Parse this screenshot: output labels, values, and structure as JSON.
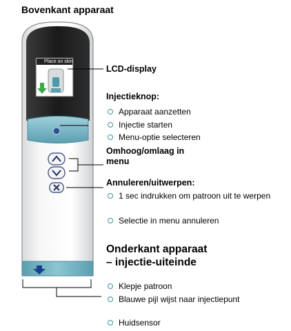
{
  "top_title": "Bovenkant apparaat",
  "device": {
    "screen_text": "Place on skin",
    "up_button_glyph": "∧",
    "down_button_glyph": "∨",
    "cancel_button_glyph": "✕",
    "arrow_icon": "down-arrow-icon"
  },
  "labels": {
    "lcd": "LCD-display",
    "injection_button": {
      "heading": "Injectieknop:",
      "items": [
        "Apparaat aanzetten",
        "Injectie starten",
        "Menu-optie selecteren"
      ]
    },
    "updown": {
      "heading_line1": "Omhoog/omlaag in",
      "heading_line2": "menu"
    },
    "cancel": {
      "heading": "Annuleren/uitwerpen:",
      "items": [
        "1 sec indrukken om patroon uit te werpen",
        "Selectie in menu annuleren"
      ]
    },
    "bottom": {
      "heading_line1": "Onderkant apparaat",
      "heading_line2": "– injectie-uiteinde",
      "items": [
        "Klepje patroon",
        "Blauwe pijl wijst naar injectiepunt",
        "Huidsensor"
      ]
    }
  },
  "colors": {
    "accent": "#3f8fa3",
    "device_top": "#1e1e1e",
    "injection_button": "#7ab8c6",
    "bottom_cap": "#6fb2c2",
    "arrow": "#1b3f8c"
  }
}
